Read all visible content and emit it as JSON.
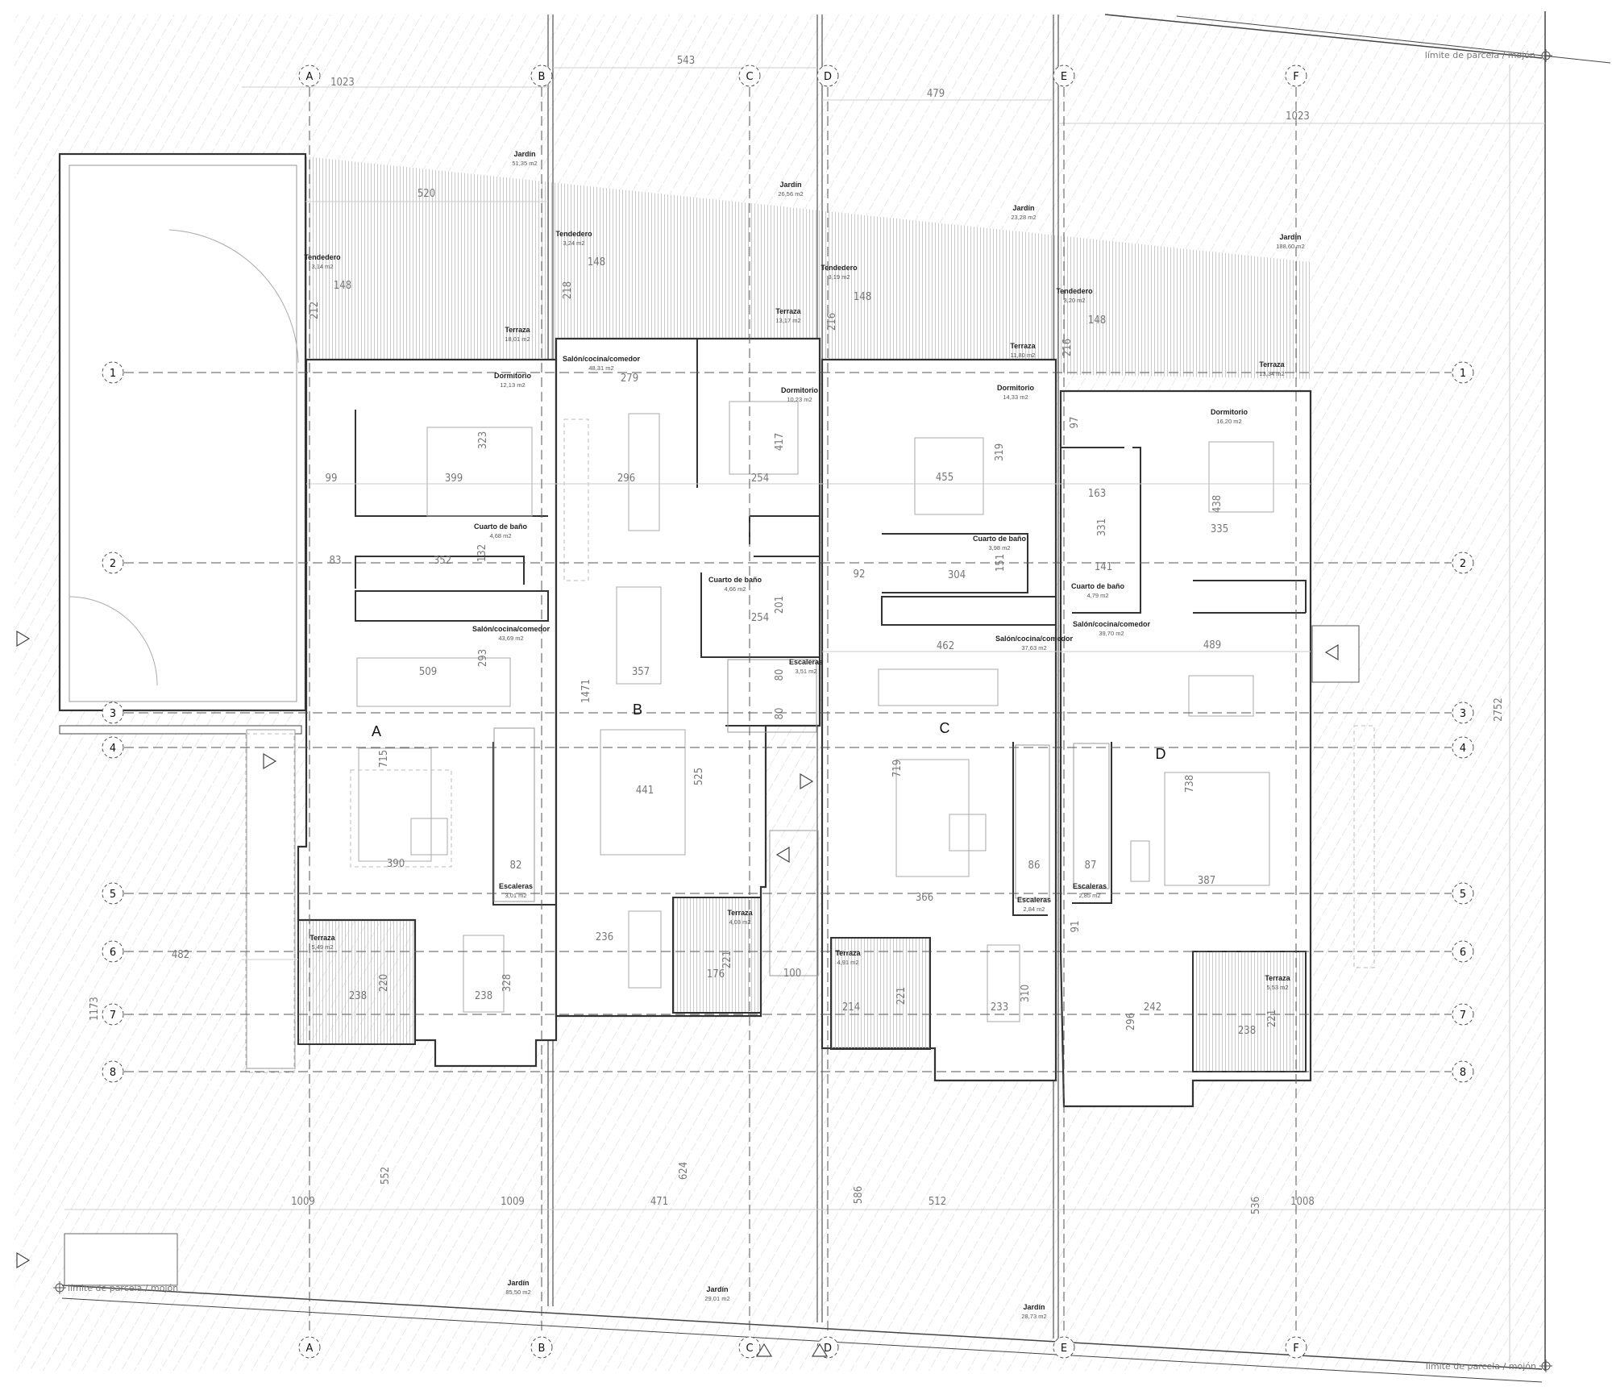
{
  "grid": {
    "columns": [
      "A",
      "B",
      "C",
      "D",
      "E",
      "F"
    ],
    "rows": [
      "1",
      "2",
      "3",
      "4",
      "5",
      "6",
      "7",
      "8"
    ]
  },
  "units": [
    "A",
    "B",
    "C",
    "D"
  ],
  "rooms": [
    {
      "name": "Jardín",
      "area": "51,35 m2"
    },
    {
      "name": "Jardín",
      "area": "26,56 m2"
    },
    {
      "name": "Jardín",
      "area": "23,28 m2"
    },
    {
      "name": "Jardín",
      "area": "188,60 m2"
    },
    {
      "name": "Tendedero",
      "area": "3,14 m2"
    },
    {
      "name": "Tendedero",
      "area": "3,24 m2"
    },
    {
      "name": "Tendedero",
      "area": "3,19 m2"
    },
    {
      "name": "Tendedero",
      "area": "3,20 m2"
    },
    {
      "name": "Terraza",
      "area": "18,01 m2"
    },
    {
      "name": "Terraza",
      "area": "13,17 m2"
    },
    {
      "name": "Terraza",
      "area": "11,80 m2"
    },
    {
      "name": "Terraza",
      "area": "13,34 m2"
    },
    {
      "name": "Salón/cocina/comedor",
      "area": "48,31 m2"
    },
    {
      "name": "Dormitorio",
      "area": "12,13 m2"
    },
    {
      "name": "Dormitorio",
      "area": "10,23 m2"
    },
    {
      "name": "Dormitorio",
      "area": "14,33 m2"
    },
    {
      "name": "Dormitorio",
      "area": "16,20 m2"
    },
    {
      "name": "Cuarto de baño",
      "area": "4,68 m2"
    },
    {
      "name": "Cuarto de baño",
      "area": "3,98 m2"
    },
    {
      "name": "Cuarto de baño",
      "area": "4,66 m2"
    },
    {
      "name": "Cuarto de baño",
      "area": "4,79 m2"
    },
    {
      "name": "Salón/cocina/comedor",
      "area": "43,69 m2"
    },
    {
      "name": "Salón/cocina/comedor",
      "area": "37,63 m2"
    },
    {
      "name": "Salón/cocina/comedor",
      "area": "39,70 m2"
    },
    {
      "name": "Escaleras",
      "area": "3,51 m2"
    },
    {
      "name": "Escaleras",
      "area": "3,01 m2"
    },
    {
      "name": "Escaleras",
      "area": "2,85 m2"
    },
    {
      "name": "Escaleras",
      "area": "2,84 m2"
    },
    {
      "name": "Terraza",
      "area": "4,03 m2"
    },
    {
      "name": "Terraza",
      "area": "5,49 m2"
    },
    {
      "name": "Terraza",
      "area": "4,91 m2"
    },
    {
      "name": "Terraza",
      "area": "5,53 m2"
    },
    {
      "name": "Jardín",
      "area": "85,50 m2"
    },
    {
      "name": "Jardín",
      "area": "29,01 m2"
    },
    {
      "name": "Jardín",
      "area": "28,73 m2"
    }
  ],
  "dimensions": [
    "543",
    "479",
    "1023",
    "1023",
    "520",
    "148",
    "148",
    "148",
    "148",
    "212",
    "218",
    "216",
    "216",
    "279",
    "323",
    "417",
    "319",
    "97",
    "438",
    "331",
    "99",
    "399",
    "296",
    "254",
    "455",
    "163",
    "335",
    "83",
    "352",
    "132",
    "92",
    "304",
    "151",
    "141",
    "201",
    "254",
    "462",
    "489",
    "509",
    "293",
    "357",
    "80",
    "1471",
    "80",
    "715",
    "441",
    "525",
    "719",
    "738",
    "390",
    "82",
    "86",
    "87",
    "387",
    "366",
    "91",
    "482",
    "1173",
    "236",
    "176",
    "221",
    "100",
    "238",
    "220",
    "238",
    "328",
    "214",
    "221",
    "233",
    "310",
    "242",
    "296",
    "238",
    "221",
    "2752",
    "552",
    "624",
    "586",
    "536",
    "1009",
    "1009",
    "471",
    "512",
    "1008"
  ],
  "boundary_label": "límite de parcela / mojón",
  "entrance_markers": [
    "triangle-right",
    "triangle-right",
    "triangle-right",
    "triangle-left",
    "triangle-left",
    "triangle-right",
    "triangle-up",
    "triangle-up"
  ],
  "colors": {
    "wall": "#333333",
    "hatch": "#cfcfcf",
    "grid": "#555555",
    "dimension_text": "#777777"
  }
}
